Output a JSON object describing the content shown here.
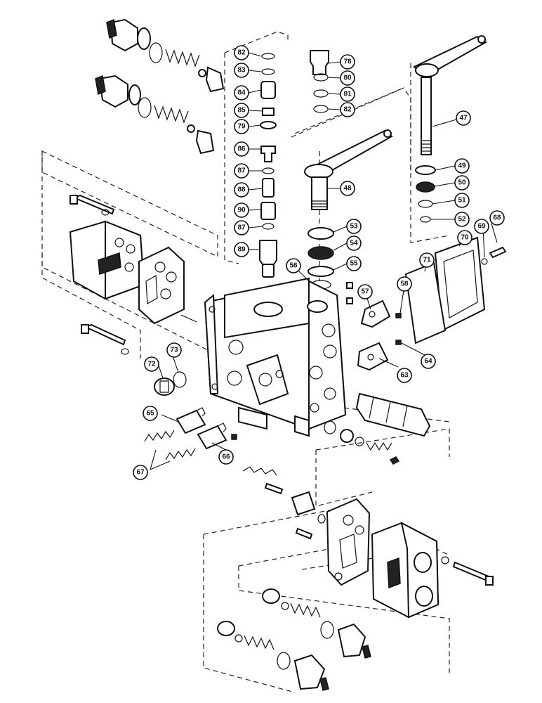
{
  "callouts": [
    {
      "id": "c82a",
      "label": "82"
    },
    {
      "id": "c83",
      "label": "83"
    },
    {
      "id": "c84",
      "label": "84"
    },
    {
      "id": "c85",
      "label": "85"
    },
    {
      "id": "c79",
      "label": "79"
    },
    {
      "id": "c86",
      "label": "86"
    },
    {
      "id": "c87a",
      "label": "87"
    },
    {
      "id": "c88",
      "label": "88"
    },
    {
      "id": "c90",
      "label": "90"
    },
    {
      "id": "c87b",
      "label": "87"
    },
    {
      "id": "c89",
      "label": "89"
    },
    {
      "id": "c78",
      "label": "78"
    },
    {
      "id": "c80",
      "label": "80"
    },
    {
      "id": "c81",
      "label": "81"
    },
    {
      "id": "c82b",
      "label": "82"
    },
    {
      "id": "c47",
      "label": "47"
    },
    {
      "id": "c48",
      "label": "48"
    },
    {
      "id": "c49",
      "label": "49"
    },
    {
      "id": "c50",
      "label": "50"
    },
    {
      "id": "c51",
      "label": "51"
    },
    {
      "id": "c52",
      "label": "52"
    },
    {
      "id": "c68",
      "label": "68"
    },
    {
      "id": "c69",
      "label": "69"
    },
    {
      "id": "c70",
      "label": "70"
    },
    {
      "id": "c71",
      "label": "71"
    },
    {
      "id": "c53",
      "label": "53"
    },
    {
      "id": "c54",
      "label": "54"
    },
    {
      "id": "c55",
      "label": "55"
    },
    {
      "id": "c56",
      "label": "56"
    },
    {
      "id": "c57",
      "label": "57"
    },
    {
      "id": "c58",
      "label": "58"
    },
    {
      "id": "c64",
      "label": "64"
    },
    {
      "id": "c63",
      "label": "63"
    },
    {
      "id": "c72",
      "label": "72"
    },
    {
      "id": "c73",
      "label": "73"
    },
    {
      "id": "c65",
      "label": "65"
    },
    {
      "id": "c66",
      "label": "66"
    },
    {
      "id": "c67",
      "label": "67"
    }
  ]
}
